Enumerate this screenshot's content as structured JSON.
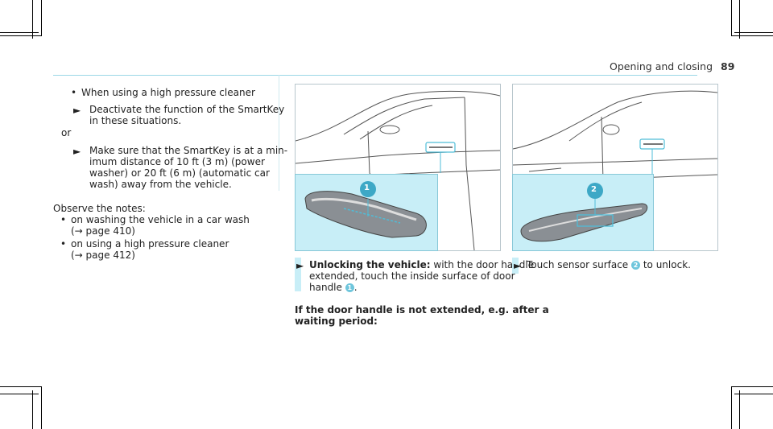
{
  "header": {
    "section": "Opening and closing",
    "page_number": "89"
  },
  "left_box": {
    "bullet_text": "When using a high pressure cleaner",
    "step1": [
      "Deactivate the function of the SmartKey",
      "in these situations."
    ],
    "or": "or",
    "step2": [
      "Make sure that the SmartKey is at a min-",
      "imum distance of 10 ft (3 m) (power",
      "washer) or 20 ft (6 m) (automatic car",
      "wash) away from the vehicle."
    ]
  },
  "notes": {
    "intro": "Observe the notes:",
    "item1": [
      "on washing the vehicle in a car wash",
      "(→ page 410)"
    ],
    "item2": [
      "on using a high pressure cleaner",
      "(→ page 412)"
    ]
  },
  "middle": {
    "step_bold": "Unlocking the vehicle:",
    "step_text": [
      "with the door handle",
      "extended, touch the inside surface of door",
      "handle"
    ],
    "callout": "1",
    "heading": [
      "If the door handle is not extended, e.g. after a",
      "waiting period:"
    ]
  },
  "right": {
    "step_text_a": "Touch sensor surface",
    "callout": "2",
    "step_text_b": "to unlock."
  },
  "colors": {
    "accent": "#4fbdd8",
    "inset_bg": "#c8eef7"
  }
}
